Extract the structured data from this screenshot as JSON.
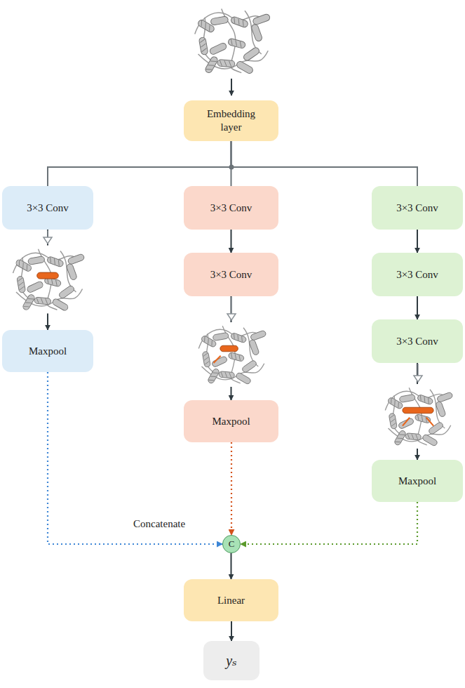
{
  "diagram": {
    "nodes": [
      {
        "text": [
          "Embedding layer"
        ]
      },
      {
        "text": [
          "3×3 Conv"
        ]
      },
      {
        "text": [
          "3×3 Conv"
        ]
      },
      {
        "text": [
          "3×3 Conv"
        ]
      },
      {
        "text": [
          "3×3 Conv"
        ]
      },
      {
        "text": [
          "3×3 Conv"
        ]
      },
      {
        "text": [
          "3×3 Conv"
        ]
      },
      {
        "text": [
          "Maxpool"
        ]
      },
      {
        "text": [
          "Maxpool"
        ]
      },
      {
        "text": [
          "Maxpool"
        ]
      },
      {
        "text": [
          "C"
        ]
      },
      {
        "text": [
          "Linear"
        ]
      },
      {
        "text": [
          "yₛ"
        ]
      }
    ],
    "edges": [
      {
        "from": 0,
        "to": 1,
        "arrow": "none"
      },
      {
        "from": 0,
        "to": 2,
        "arrow": "none"
      },
      {
        "from": 0,
        "to": 3,
        "arrow": "none"
      },
      {
        "from": 2,
        "to": 4,
        "arrow": "to"
      },
      {
        "from": 3,
        "to": 5,
        "arrow": "to"
      },
      {
        "from": 5,
        "to": 6,
        "arrow": "to"
      },
      {
        "from": 1,
        "to": 7,
        "arrow": "to"
      },
      {
        "from": 4,
        "to": 8,
        "arrow": "to"
      },
      {
        "from": 6,
        "to": 9,
        "arrow": "to"
      },
      {
        "from": 7,
        "to": 10,
        "arrow": "to"
      },
      {
        "from": 8,
        "to": 10,
        "arrow": "to"
      },
      {
        "from": 9,
        "to": 10,
        "arrow": "to"
      },
      {
        "from": 10,
        "to": 11,
        "arrow": "to"
      },
      {
        "from": 11,
        "to": 12,
        "arrow": "to"
      }
    ],
    "labels": [
      "Concatenate"
    ]
  }
}
